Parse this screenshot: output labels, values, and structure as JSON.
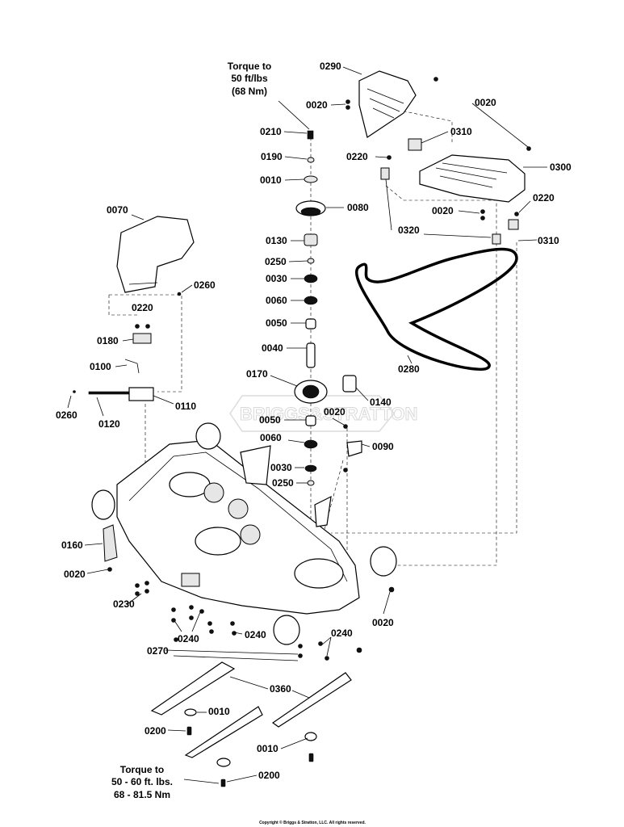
{
  "callouts": [
    {
      "id": "0290",
      "text": "0290"
    },
    {
      "id": "0020a",
      "text": "0020"
    },
    {
      "id": "0020b",
      "text": "0020"
    },
    {
      "id": "0310a",
      "text": "0310"
    },
    {
      "id": "0220a",
      "text": "0220"
    },
    {
      "id": "0300",
      "text": "0300"
    },
    {
      "id": "0220b",
      "text": "0220"
    },
    {
      "id": "0020c",
      "text": "0020"
    },
    {
      "id": "0320",
      "text": "0320"
    },
    {
      "id": "0310b",
      "text": "0310"
    },
    {
      "id": "0210",
      "text": "0210"
    },
    {
      "id": "0190",
      "text": "0190"
    },
    {
      "id": "0010a",
      "text": "0010"
    },
    {
      "id": "0080",
      "text": "0080"
    },
    {
      "id": "0130",
      "text": "0130"
    },
    {
      "id": "0250a",
      "text": "0250"
    },
    {
      "id": "0030a",
      "text": "0030"
    },
    {
      "id": "0060a",
      "text": "0060"
    },
    {
      "id": "0050a",
      "text": "0050"
    },
    {
      "id": "0040",
      "text": "0040"
    },
    {
      "id": "0170",
      "text": "0170"
    },
    {
      "id": "0140",
      "text": "0140"
    },
    {
      "id": "0070",
      "text": "0070"
    },
    {
      "id": "0260a",
      "text": "0260"
    },
    {
      "id": "0220c",
      "text": "0220"
    },
    {
      "id": "0180",
      "text": "0180"
    },
    {
      "id": "0100",
      "text": "0100"
    },
    {
      "id": "0110",
      "text": "0110"
    },
    {
      "id": "0260b",
      "text": "0260"
    },
    {
      "id": "0120",
      "text": "0120"
    },
    {
      "id": "0280",
      "text": "0280"
    },
    {
      "id": "0050b",
      "text": "0050"
    },
    {
      "id": "0020d",
      "text": "0020"
    },
    {
      "id": "0060b",
      "text": "0060"
    },
    {
      "id": "0090",
      "text": "0090"
    },
    {
      "id": "0030b",
      "text": "0030"
    },
    {
      "id": "0250b",
      "text": "0250"
    },
    {
      "id": "0160",
      "text": "0160"
    },
    {
      "id": "0020e",
      "text": "0020"
    },
    {
      "id": "0230",
      "text": "0230"
    },
    {
      "id": "0020f",
      "text": "0020"
    },
    {
      "id": "0240a",
      "text": "0240"
    },
    {
      "id": "0240b",
      "text": "0240"
    },
    {
      "id": "0240c",
      "text": "0240"
    },
    {
      "id": "0270",
      "text": "0270"
    },
    {
      "id": "0360",
      "text": "0360"
    },
    {
      "id": "0010b",
      "text": "0010"
    },
    {
      "id": "0200a",
      "text": "0200"
    },
    {
      "id": "0010c",
      "text": "0010"
    },
    {
      "id": "0200b",
      "text": "0200"
    }
  ],
  "notes": {
    "torque_top_1": "Torque to",
    "torque_top_2": "50 ft/lbs",
    "torque_top_3": "(68 Nm)",
    "torque_bottom_1": "Torque to",
    "torque_bottom_2": "50 - 60 ft. lbs.",
    "torque_bottom_3": "68 - 81.5 Nm"
  },
  "watermark": "BRIGGS&STRATTON",
  "copyright": "Copyright © Briggs & Stratton, LLC. All rights reserved."
}
